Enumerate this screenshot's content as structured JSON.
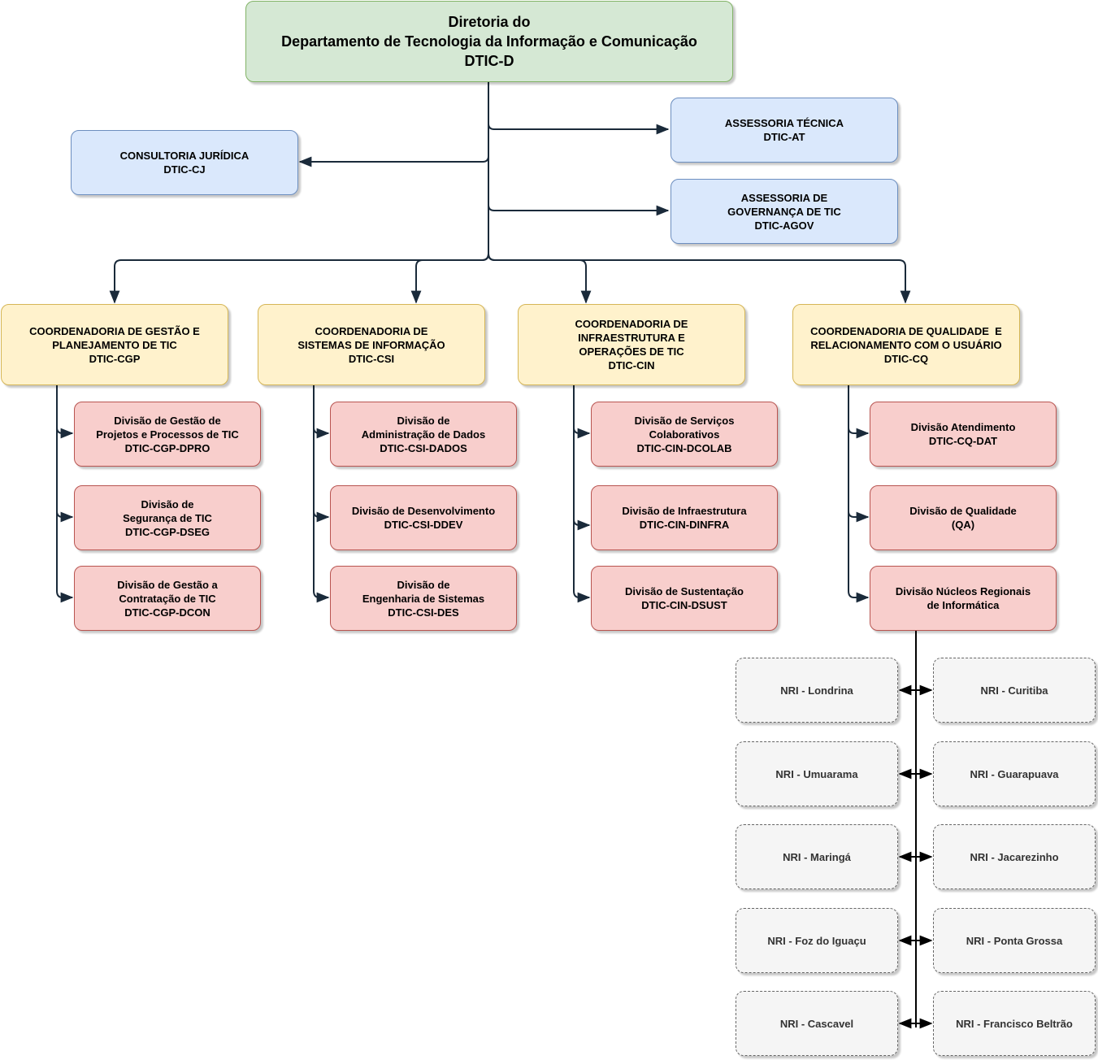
{
  "direction": {
    "lines": [
      "Diretoria do",
      "Departamento de Tecnologia da Informação e Comunicação",
      "DTIC-D"
    ]
  },
  "advisory": {
    "legal": {
      "lines": [
        "CONSULTORIA JURÍDICA",
        "DTIC-CJ"
      ]
    },
    "technical": {
      "lines": [
        "ASSESSORIA TÉCNICA",
        "DTIC-AT"
      ]
    },
    "governance": {
      "lines": [
        "ASSESSORIA DE",
        "GOVERNANÇA DE TIC",
        "DTIC-AGOV"
      ]
    }
  },
  "coordinations": [
    {
      "lines": [
        "COORDENADORIA DE GESTÃO E",
        "PLANEJAMENTO DE TIC",
        "DTIC-CGP"
      ],
      "divisions": [
        {
          "lines": [
            "Divisão de Gestão de",
            "Projetos e Processos de TIC",
            "DTIC-CGP-DPRO"
          ]
        },
        {
          "lines": [
            "Divisão de",
            "Segurança de TIC",
            "DTIC-CGP-DSEG"
          ]
        },
        {
          "lines": [
            "Divisão de Gestão a",
            "Contratação de TIC",
            "DTIC-CGP-DCON"
          ]
        }
      ]
    },
    {
      "lines": [
        "COORDENADORIA DE",
        "SISTEMAS DE INFORMAÇÃO",
        "DTIC-CSI"
      ],
      "divisions": [
        {
          "lines": [
            "Divisão de",
            "Administração de Dados",
            "DTIC-CSI-DADOS"
          ]
        },
        {
          "lines": [
            "Divisão de Desenvolvimento",
            "DTIC-CSI-DDEV"
          ]
        },
        {
          "lines": [
            "Divisão de",
            "Engenharia de Sistemas",
            "DTIC-CSI-DES"
          ]
        }
      ]
    },
    {
      "lines": [
        "COORDENADORIA DE",
        "INFRAESTRUTURA E",
        "OPERAÇÕES DE TIC",
        "DTIC-CIN"
      ],
      "divisions": [
        {
          "lines": [
            "Divisão de Serviços",
            "Colaborativos",
            "DTIC-CIN-DCOLAB"
          ]
        },
        {
          "lines": [
            "Divisão de Infraestrutura",
            "DTIC-CIN-DINFRA"
          ]
        },
        {
          "lines": [
            "Divisão de Sustentação",
            "DTIC-CIN-DSUST"
          ]
        }
      ]
    },
    {
      "lines": [
        "COORDENADORIA DE QUALIDADE  E",
        "RELACIONAMENTO COM O USUÁRIO",
        "DTIC-CQ"
      ],
      "divisions": [
        {
          "lines": [
            "Divisão Atendimento",
            "DTIC-CQ-DAT"
          ]
        },
        {
          "lines": [
            "Divisão de Qualidade",
            "(QA)"
          ]
        },
        {
          "lines": [
            "Divisão Núcleos Regionais",
            "de Informática"
          ]
        }
      ]
    }
  ],
  "regional_centers": {
    "left": [
      "NRI - Londrina",
      "NRI - Umuarama",
      "NRI - Maringá",
      "NRI - Foz do Iguaçu",
      "NRI - Cascavel"
    ],
    "right": [
      "NRI - Curitiba",
      "NRI - Guarapuava",
      "NRI - Jacarezinho",
      "NRI - Ponta Grossa",
      "NRI - Francisco Beltrão"
    ]
  },
  "colors": {
    "edge": "#1a2a3a"
  }
}
